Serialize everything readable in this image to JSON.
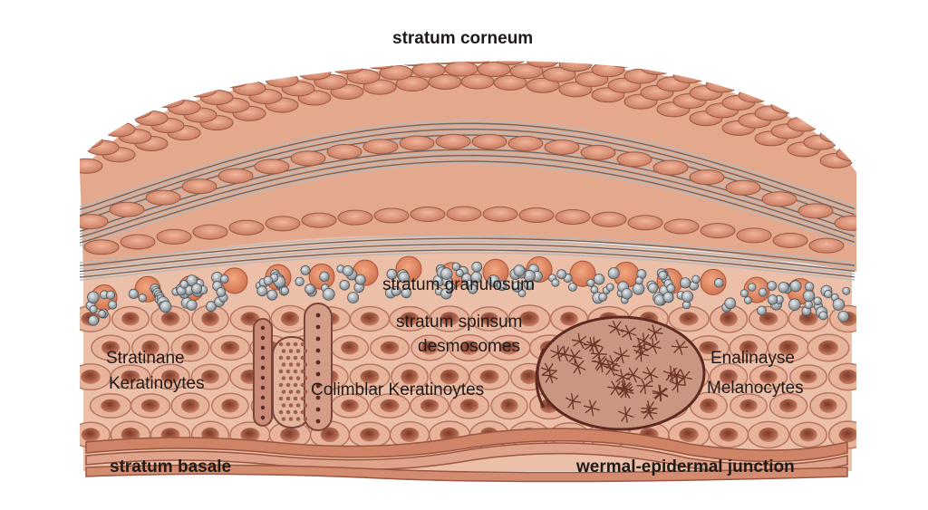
{
  "labels": {
    "corneum": "stratum corneum",
    "granulosum": "stratum granulosum",
    "spinsum": "stratum spinsum",
    "desmosomes": "desmosomes",
    "left_line1": "Stratinane",
    "left_line2": "Keratinoytes",
    "columnar": "Colimblar Keratinoytes",
    "right_line1": "Enalinayse",
    "right_line2": "Melanocytes",
    "basale": "stratum basale",
    "junction": "wermal-epidermal junction"
  },
  "colors": {
    "flat_cell": "#d9957a",
    "flat_cell_edge": "#9a5a44",
    "stack_line": "#5d5d5d",
    "granule": "#a7acb0",
    "spinous_bg": "#e8b9a0",
    "nucleus": "#a35a44",
    "basement": "#d08a6e",
    "melanocyte_net": "#6b3325"
  },
  "icons": {
    "flat_cells": "flattened-keratinocyte-shape",
    "granules": "keratohyalin-granule-shape",
    "melanocyte": "melanocyte-dendrite-network"
  }
}
